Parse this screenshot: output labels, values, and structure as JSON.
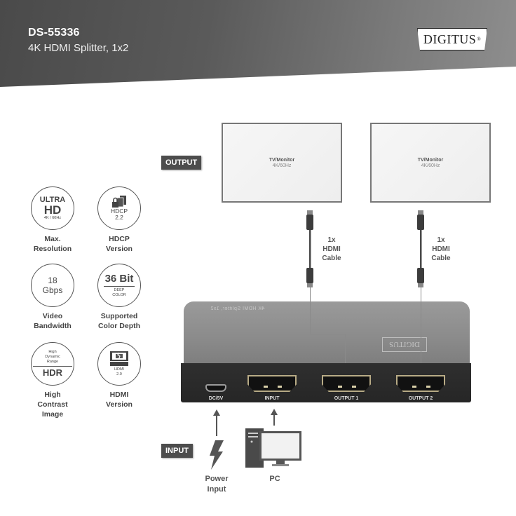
{
  "header": {
    "sku": "DS-55336",
    "product_name": "4K HDMI Splitter, 1x2",
    "brand": "DIGITUS",
    "brand_mark": "®",
    "background_colors": [
      "#4a4a4a",
      "#8e8e8e"
    ]
  },
  "features": [
    {
      "id": "resolution",
      "icon_lines": [
        "ULTRA",
        "HD",
        "4K / 60Hz"
      ],
      "label_lines": [
        "Max.",
        "Resolution"
      ]
    },
    {
      "id": "hdcp",
      "icon_lines": [
        "HDCP",
        "2.2"
      ],
      "icon": "lock-documents-icon",
      "label_lines": [
        "HDCP",
        "Version"
      ]
    },
    {
      "id": "bandwidth",
      "icon_lines": [
        "18",
        "Gbps"
      ],
      "label_lines": [
        "Video",
        "Bandwidth"
      ]
    },
    {
      "id": "color-depth",
      "icon_lines": [
        "36 Bit",
        "DEEP",
        "COLOR"
      ],
      "label_lines": [
        "Supported",
        "Color Depth"
      ]
    },
    {
      "id": "hdr",
      "icon_lines": [
        "High",
        "Dynamic",
        "Range",
        "HDR"
      ],
      "label_lines": [
        "High",
        "Contrast",
        "Image"
      ]
    },
    {
      "id": "hdmi-version",
      "icon_lines": [
        "HDMI",
        "2.0"
      ],
      "icon": "hdmi-connector-icon",
      "label_lines": [
        "HDMI",
        "Version"
      ]
    }
  ],
  "diagram": {
    "output_tag": "OUTPUT",
    "input_tag": "INPUT",
    "monitors": [
      {
        "title": "TV/Monitor",
        "spec": "4K/60Hz"
      },
      {
        "title": "TV/Monitor",
        "spec": "4K/60Hz"
      }
    ],
    "cables": [
      {
        "label_lines": [
          "1x",
          "HDMI",
          "Cable"
        ]
      },
      {
        "label_lines": [
          "1x",
          "HDMI",
          "Cable"
        ]
      }
    ],
    "device": {
      "top_print": "4K HDMI Splitter, 1x2",
      "logo": "DIGITUS",
      "ports": [
        "DC/5V",
        "INPUT",
        "OUTPUT 1",
        "OUTPUT 2"
      ],
      "port_accent_color": "#b8ab86"
    },
    "sources": [
      {
        "id": "power",
        "icon": "lightning-bolt-icon",
        "label_lines": [
          "Power",
          "Input"
        ]
      },
      {
        "id": "pc",
        "icon": "desktop-pc-icon",
        "label_lines": [
          "PC"
        ]
      }
    ]
  }
}
